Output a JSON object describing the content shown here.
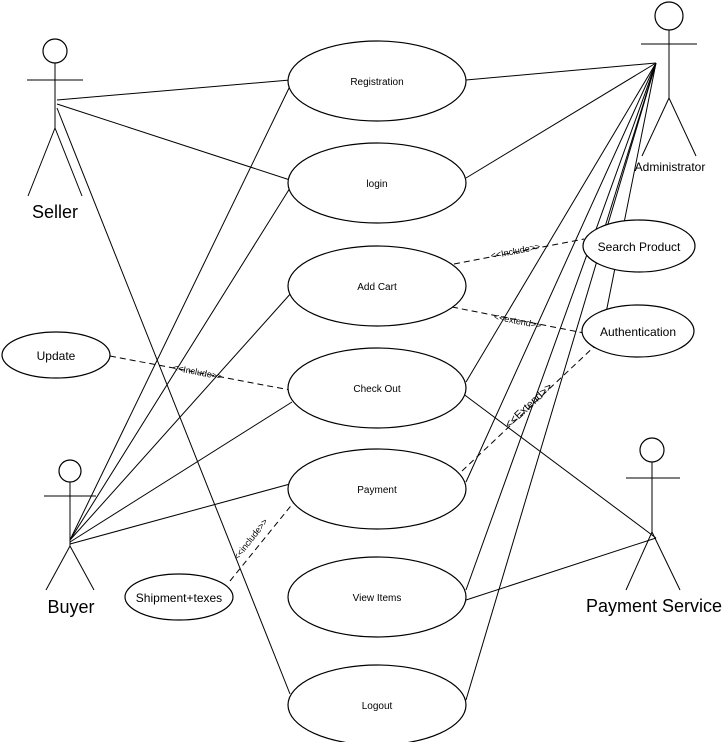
{
  "actors": {
    "seller": "Seller",
    "administrator": "Administrator",
    "buyer": "Buyer",
    "payment_service": "Payment Service"
  },
  "use_cases": {
    "registration": "Registration",
    "login": "login",
    "add_cart": "Add Cart",
    "check_out": "Check Out",
    "payment": "Payment",
    "view_items": "View Items",
    "logout": "Logout",
    "search_product": "Search Product",
    "authentication": "Authentication",
    "update": "Update",
    "shipment": "Shipment+texes"
  },
  "relations": {
    "include_search": "<<Include>>",
    "extend_auth": "<<extend>>",
    "include_update": "<<Include>>",
    "extend_payment": "<<Extend>>",
    "include_shipment": "<<include>>"
  }
}
